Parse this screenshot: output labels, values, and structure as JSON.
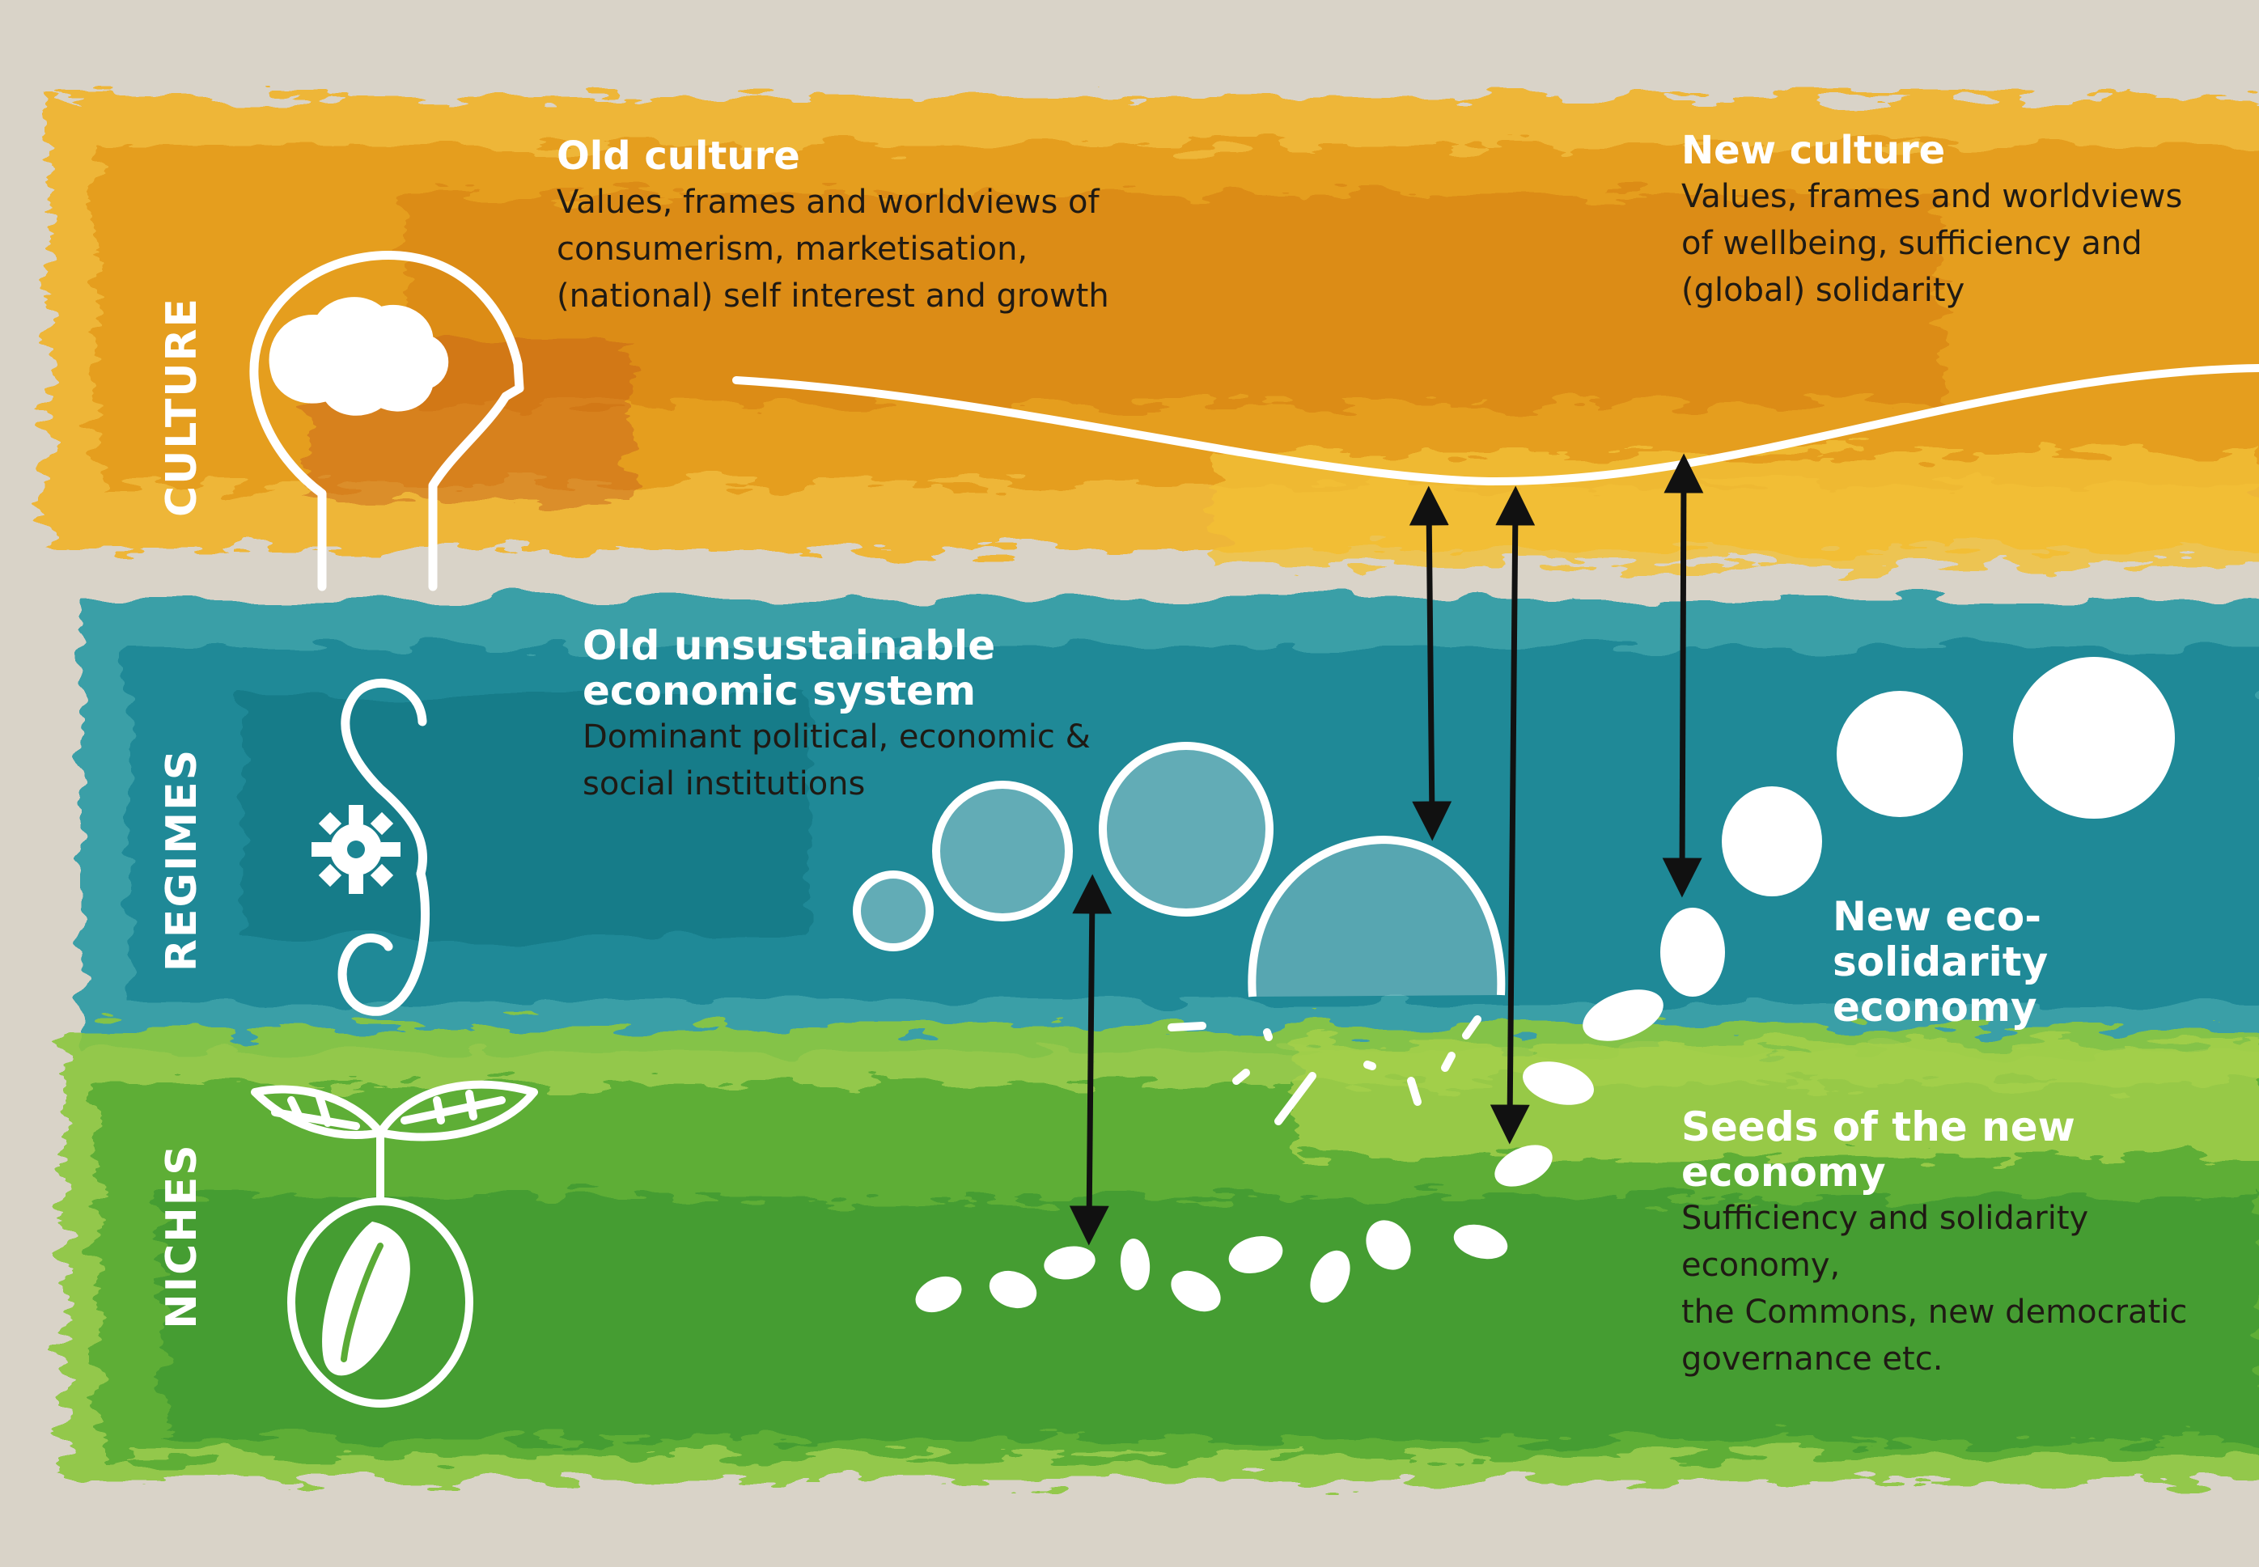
{
  "layers": {
    "culture": "CULTURE",
    "regimes": "REGIMES",
    "niches": "NICHES"
  },
  "old_culture": {
    "title": "Old culture",
    "line1": "Values, frames and worldviews of",
    "line2": "consumerism, marketisation,",
    "line3": "(national) self interest and growth"
  },
  "new_culture": {
    "title": "New culture",
    "line1": "Values, frames and worldviews",
    "line2": "of wellbeing, sufficiency and",
    "line3": "(global) solidarity"
  },
  "old_economy": {
    "title_line1": "Old unsustainable",
    "title_line2": "economic system",
    "line1": "Dominant political, economic &",
    "line2": "social institutions"
  },
  "new_economy": {
    "title_line1": "New eco-solidarity",
    "title_line2": "economy"
  },
  "seeds": {
    "title": "Seeds of the new economy",
    "line1": "Sufficiency and solidarity economy,",
    "line2": "the Commons, new democratic",
    "line3": "governance etc."
  },
  "icons": {
    "culture": "head-brain-icon",
    "regimes": "gear-loop-icon",
    "niches": "sprout-seed-icon"
  },
  "colors": {
    "culture_band": "#e9a21e",
    "regimes_band": "#1d8e9a",
    "niches_band": "#5fae36",
    "background": "#d9d3c8"
  }
}
